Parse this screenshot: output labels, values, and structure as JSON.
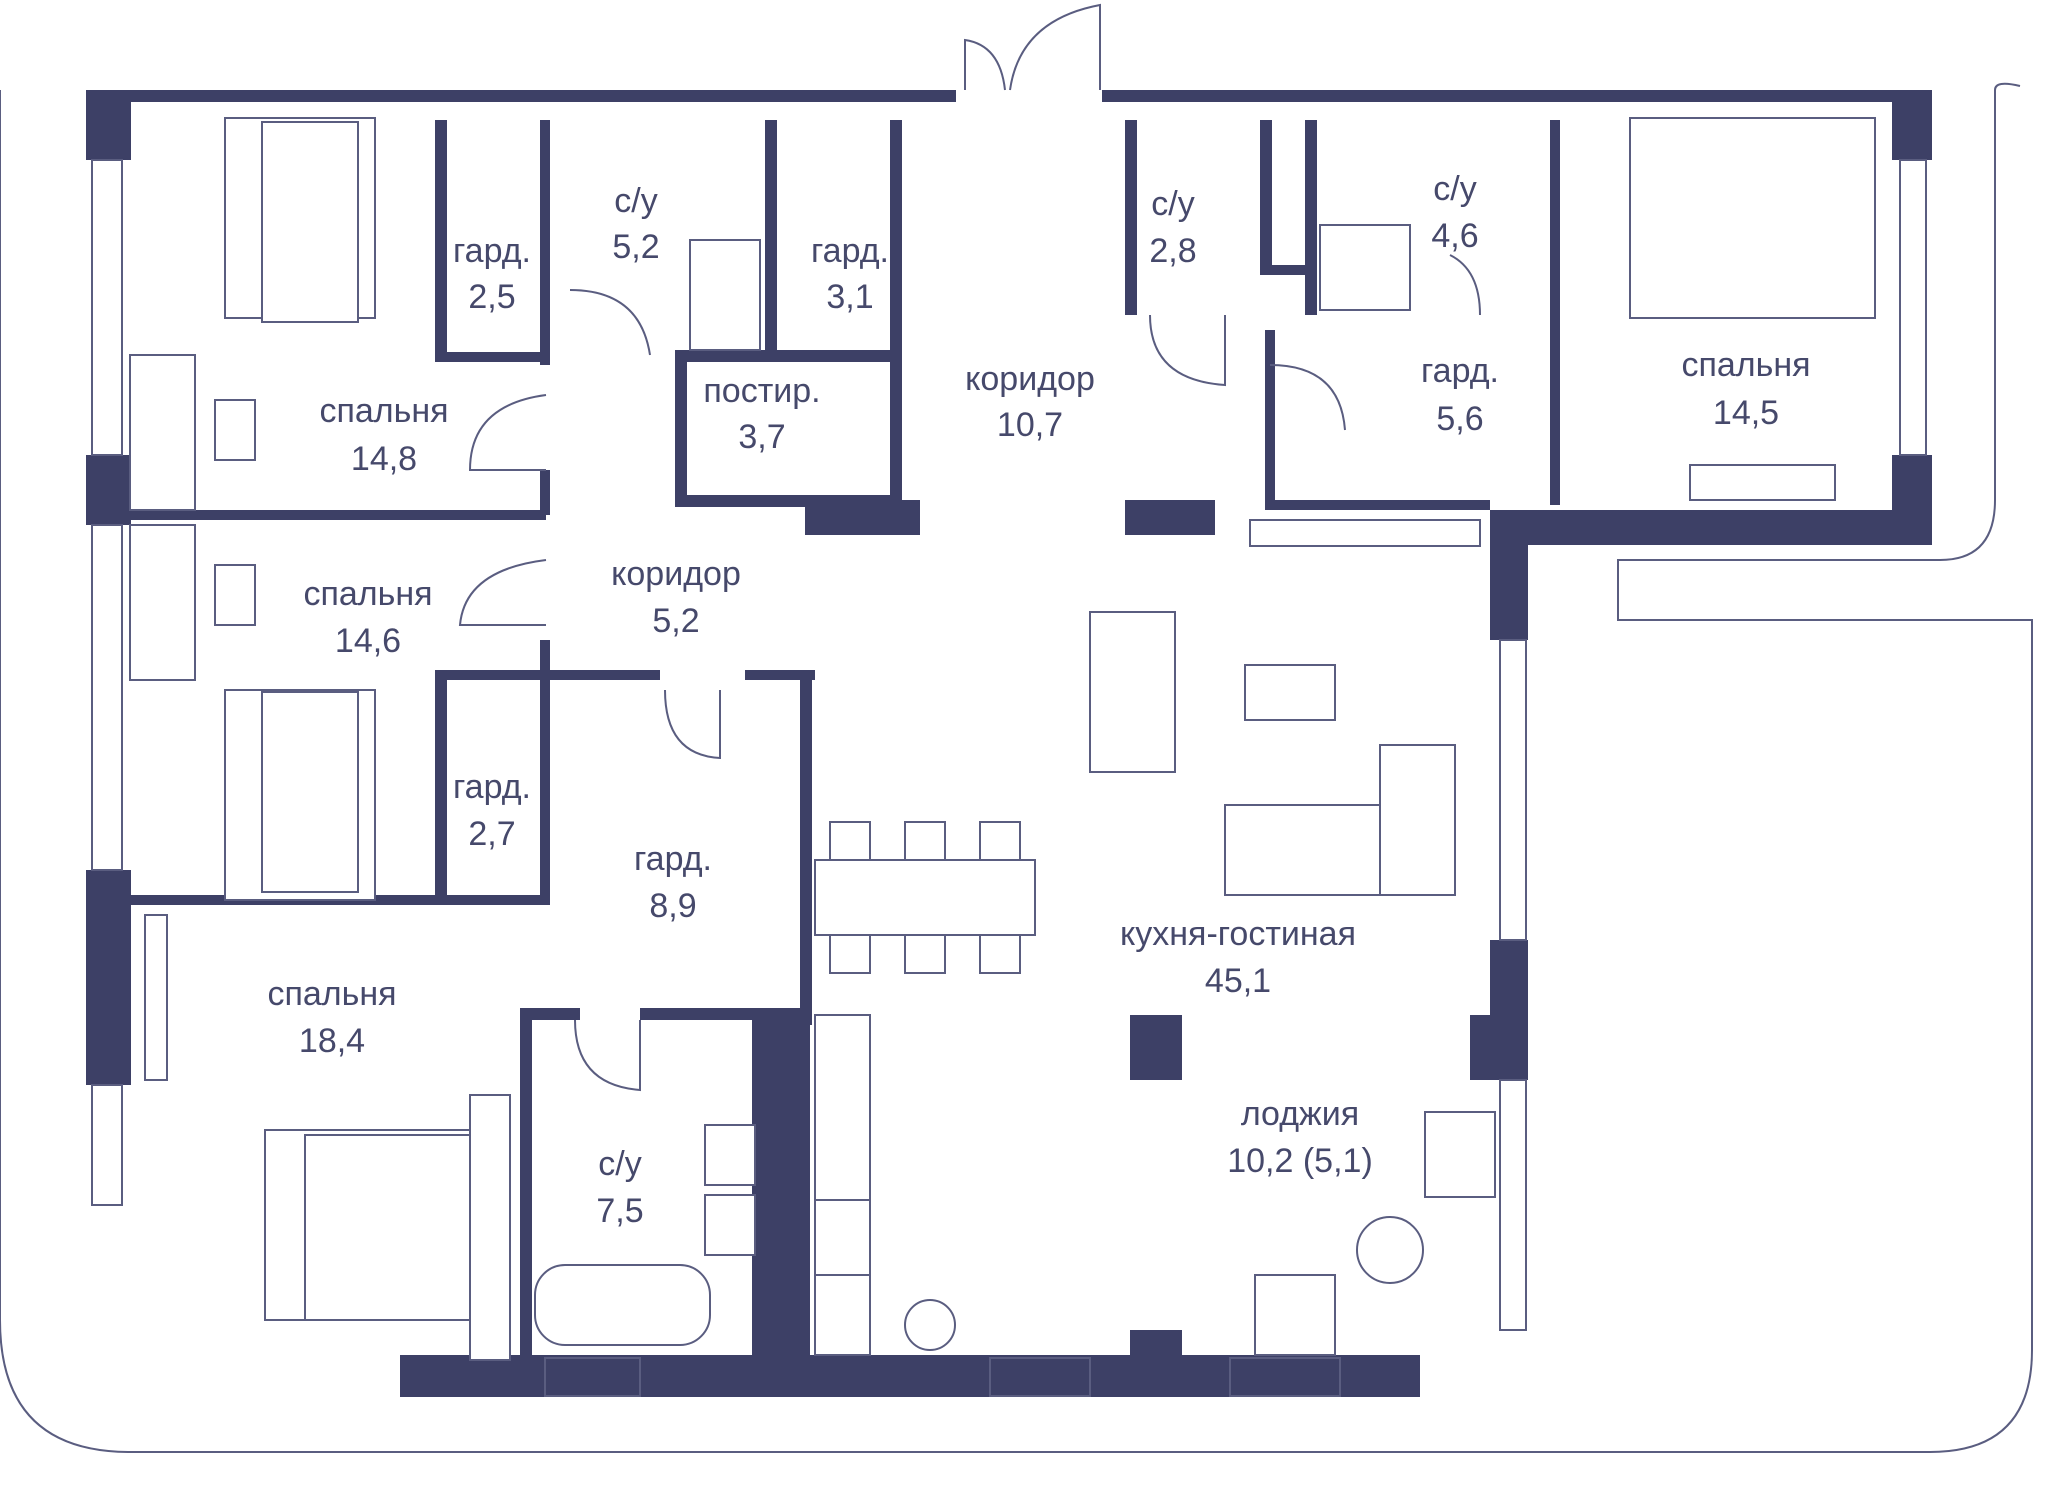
{
  "colors": {
    "wall": "#3d4066",
    "line": "#5a5d80",
    "text": "#46496b",
    "background": "#ffffff"
  },
  "rooms": {
    "bedroom_nw": {
      "name": "спальня",
      "area": "14,8"
    },
    "wardrobe_1": {
      "name": "гард.",
      "area": "2,5"
    },
    "bath_1": {
      "name": "с/у",
      "area": "5,2"
    },
    "wardrobe_2": {
      "name": "гард.",
      "area": "3,1"
    },
    "laundry": {
      "name": "постир.",
      "area": "3,7"
    },
    "corridor_main": {
      "name": "коридор",
      "area": "10,7"
    },
    "bath_2": {
      "name": "с/у",
      "area": "2,8"
    },
    "bath_3": {
      "name": "с/у",
      "area": "4,6"
    },
    "wardrobe_3": {
      "name": "гард.",
      "area": "5,6"
    },
    "bedroom_ne": {
      "name": "спальня",
      "area": "14,5"
    },
    "corridor_2": {
      "name": "коридор",
      "area": "5,2"
    },
    "bedroom_w": {
      "name": "спальня",
      "area": "14,6"
    },
    "wardrobe_4": {
      "name": "гард.",
      "area": "2,7"
    },
    "wardrobe_5": {
      "name": "гард.",
      "area": "8,9"
    },
    "living": {
      "name": "кухня-гостиная",
      "area": "45,1"
    },
    "bedroom_sw": {
      "name": "спальня",
      "area": "18,4"
    },
    "bath_4": {
      "name": "с/у",
      "area": "7,5"
    },
    "loggia": {
      "name": "лоджия",
      "area": "10,2 (5,1)"
    }
  }
}
